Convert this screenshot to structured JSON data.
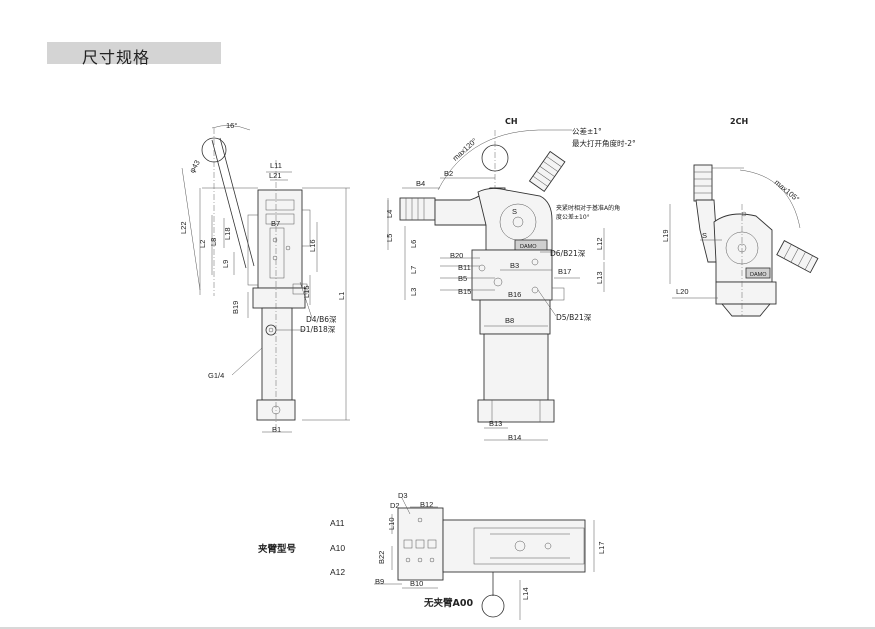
{
  "header": {
    "title": "尺寸规格"
  },
  "views": {
    "ch_title": "CH",
    "ch2_title": "2CH"
  },
  "annotations": {
    "tolerance_line1": "公差±1°",
    "tolerance_line2": "最大打开角度时-2°",
    "clamp_note_line1": "夹紧时相对于基准A的角",
    "clamp_note_line2": "度公差±10°",
    "max120": "max120°",
    "max105": "max105°",
    "angle16": "16°",
    "dia43": "φ43",
    "d6b21": "D6/B21深",
    "d5b21": "D5/B21深",
    "d4b6": "D4/B6深",
    "d1b18": "D1/B18深",
    "g14": "G1/4",
    "damo": "DAMO",
    "arm_types_label": "夹臂型号",
    "no_arm_label": "无夹臂A00"
  },
  "arm_codes": [
    "A11",
    "A10",
    "A12"
  ],
  "dimensions": {
    "left": [
      "L11",
      "L21",
      "L22",
      "L2",
      "L8",
      "L18",
      "L9",
      "L16",
      "L15",
      "L1",
      "B19",
      "B7",
      "B1"
    ],
    "ch": [
      "B4",
      "B2",
      "L4",
      "L5",
      "L6",
      "L7",
      "L3",
      "B20",
      "B11",
      "B3",
      "B5",
      "B15",
      "B16",
      "B17",
      "B8",
      "L12",
      "L13",
      "B13",
      "B14",
      "S"
    ],
    "ch2": [
      "L19",
      "S",
      "L20"
    ],
    "bottom": [
      "D3",
      "D2",
      "B12",
      "L10",
      "B22",
      "B9",
      "B10",
      "L17",
      "L14"
    ]
  }
}
